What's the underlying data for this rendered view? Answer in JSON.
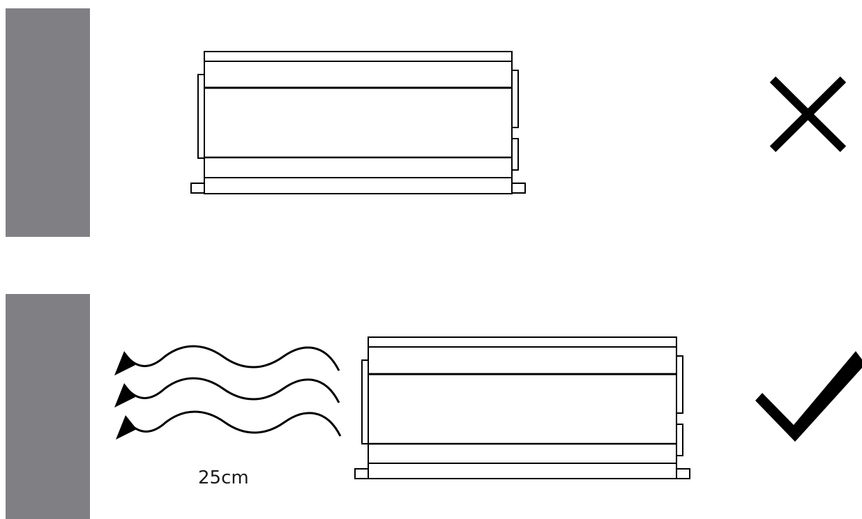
{
  "panels": [
    {
      "id": "incorrect",
      "wall_color": "#808084",
      "airflow_shown": false,
      "verdict_icon": "cross-icon"
    },
    {
      "id": "correct",
      "wall_color": "#808084",
      "airflow_shown": true,
      "verdict_icon": "check-icon",
      "clearance_label": "25cm"
    }
  ],
  "colors": {
    "line": "#000000",
    "wall": "#808084",
    "background": "#ffffff"
  }
}
